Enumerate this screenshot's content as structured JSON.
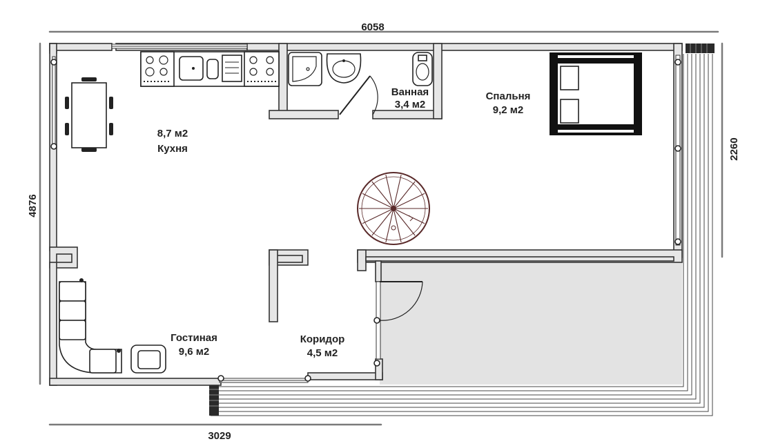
{
  "dimensions": {
    "top": "6058",
    "left": "4876",
    "right": "2260",
    "bottom": "3029"
  },
  "rooms": {
    "kitchen": {
      "area": "8,7 м2",
      "name": "Кухня"
    },
    "bathroom": {
      "name": "Ванная",
      "area": "3,4 м2"
    },
    "bedroom": {
      "name": "Спальня",
      "area": "9,2 м2"
    },
    "living": {
      "name": "Гостиная",
      "area": "9,6 м2"
    },
    "corridor": {
      "name": "Коридор",
      "area": "4,5 м2"
    }
  },
  "colors": {
    "wall_fill": "#e6e6e6",
    "terrace_fill": "#e3e3e3",
    "dimension_line": "#7a7a7a",
    "stair_color": "#5a2a2a"
  }
}
